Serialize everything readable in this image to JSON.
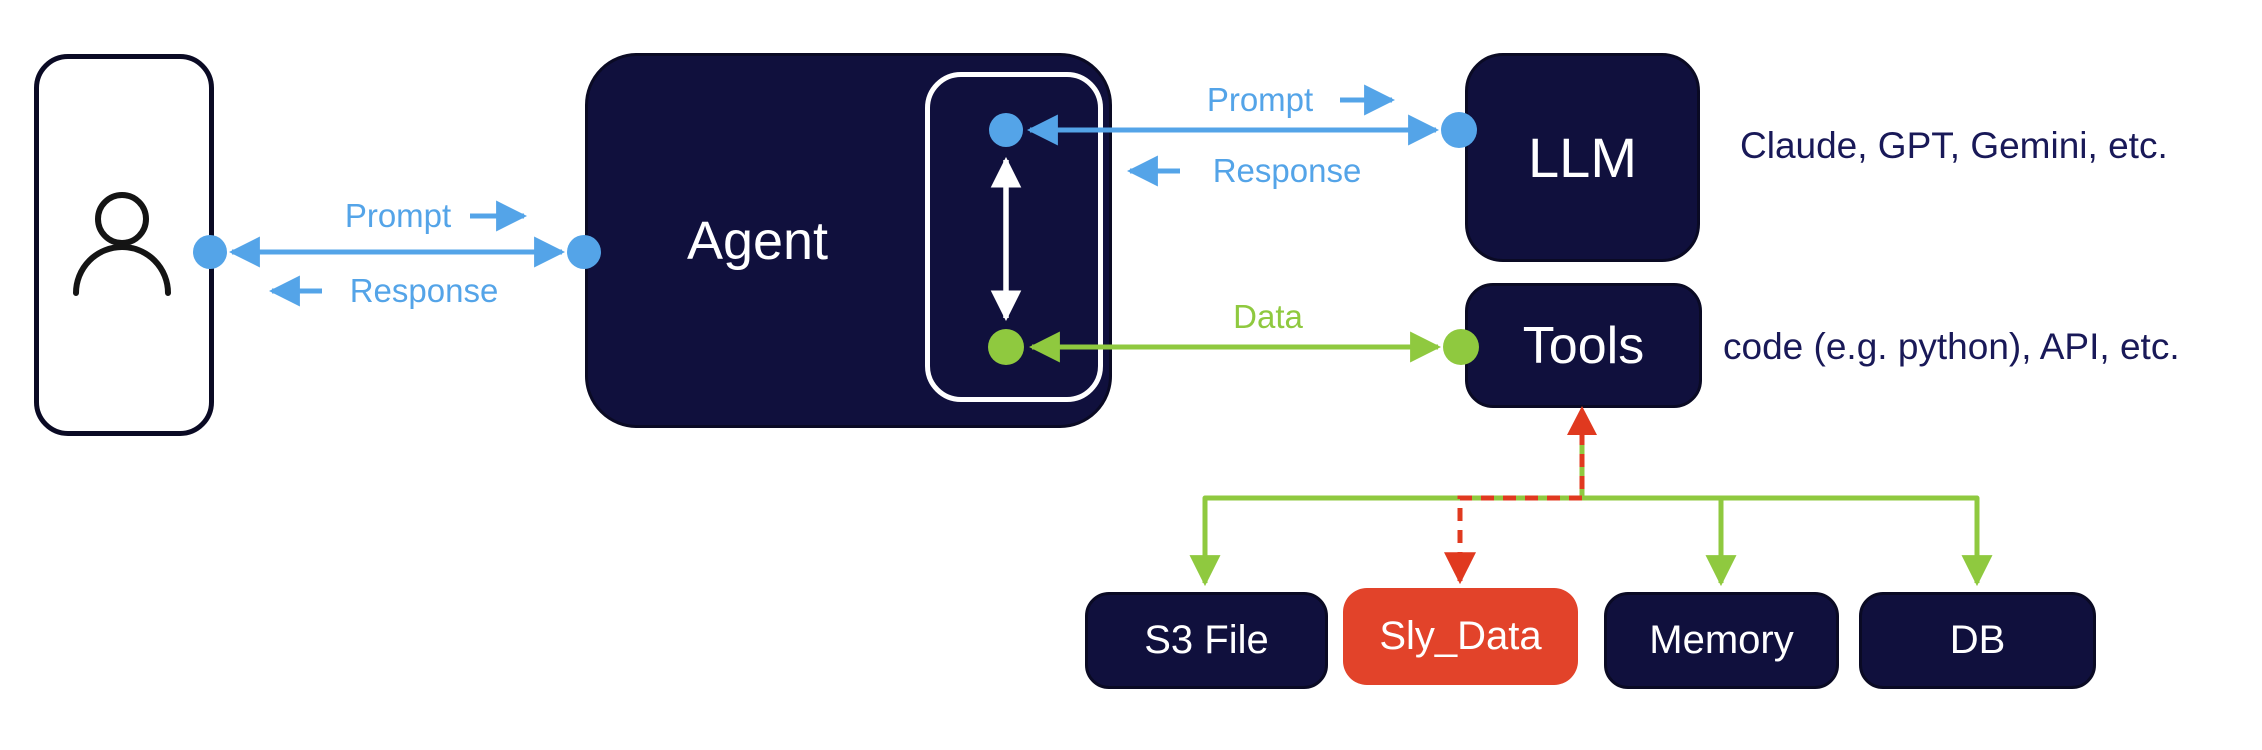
{
  "diagram_title": "Agent architecture diagram",
  "nodes": {
    "user": {
      "icon": "person-icon"
    },
    "agent": {
      "label": "Agent"
    },
    "llm": {
      "label": "LLM",
      "note": "Claude, GPT, Gemini, etc."
    },
    "tools": {
      "label": "Tools",
      "note": "code (e.g. python), API, etc."
    },
    "datasources": [
      {
        "label": "S3 File",
        "color": "navy"
      },
      {
        "label": "Sly_Data",
        "color": "red",
        "highlighted": true
      },
      {
        "label": "Memory",
        "color": "navy"
      },
      {
        "label": "DB",
        "color": "navy"
      }
    ]
  },
  "edges": {
    "user_agent": {
      "top_label": "Prompt",
      "bottom_label": "Response",
      "style": "blue solid, double-headed"
    },
    "agent_llm": {
      "top_label": "Prompt",
      "bottom_label": "Response",
      "style": "blue solid, double-headed"
    },
    "agent_tools": {
      "label": "Data",
      "style": "green solid, double-headed"
    },
    "internal_loop": {
      "style": "white vertical double-headed arrow between LLM port and Tools port"
    },
    "tools_tree": {
      "style": "green solid branches from Tools down to S3 File, Memory, DB"
    },
    "sly_data_link": {
      "style": "red dashed path between Tools and Sly_Data"
    }
  },
  "colors": {
    "navy": "#10103d",
    "blue": "#54a4e8",
    "green": "#8fc93f",
    "red": "#e2432a",
    "red_arrow": "#e0391f",
    "note_text": "#191958",
    "outline": "#0a0a24",
    "white": "#ffffff"
  }
}
